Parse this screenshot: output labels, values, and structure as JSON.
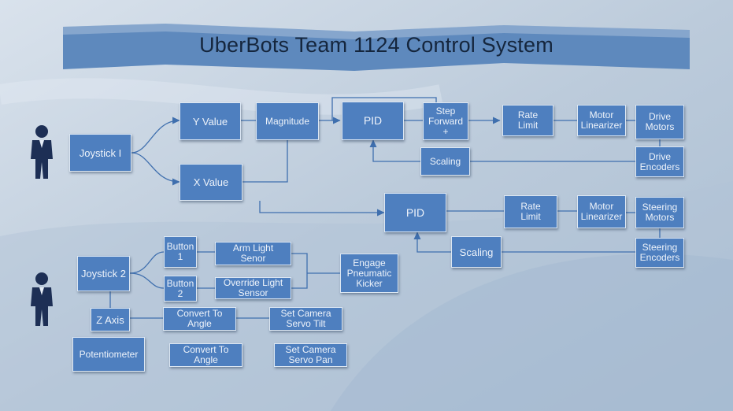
{
  "title": "UberBots Team 1124 Control System",
  "colors": {
    "box_fill": "#4e7fbf",
    "box_border": "#dce7f3",
    "wire": "#3f6fae",
    "person": "#1d2f55"
  },
  "people": [
    {
      "id": "person-1",
      "icon": "person-icon"
    },
    {
      "id": "person-2",
      "icon": "person-icon"
    }
  ],
  "blocks": {
    "joystick1": "Joystick I",
    "y_value": "Y Value",
    "x_value": "X Value",
    "magnitude": "Magnitude",
    "pid_top": "PID",
    "step_forward": "Step\nForward\n+",
    "scaling_top": "Scaling",
    "rate_limit_top": "Rate\nLimit",
    "motor_linearizer_top": "Motor\nLinearizer",
    "drive_motors": "Drive\nMotors",
    "drive_encoders": "Drive\nEncoders",
    "pid_mid": "PID",
    "rate_limit_mid": "Rate\nLimit",
    "motor_linearizer_mid": "Motor\nLinearizer",
    "steering_motors": "Steering\nMotors",
    "scaling_mid": "Scaling",
    "steering_encoders": "Steering\nEncoders",
    "joystick2": "Joystick 2",
    "button1": "Button\n1",
    "button2": "Button\n2",
    "arm_light_sensor": "Arm Light\nSenor",
    "override_light_sensor": "Override Light\nSensor",
    "engage_pneumatic_kicker": "Engage\nPneumatic\nKicker",
    "z_axis": "Z Axis",
    "convert_to_angle_1": "Convert To\nAngle",
    "set_camera_servo_tilt": "Set Camera\nServo Tilt",
    "potentiometer": "Potentiometer",
    "convert_to_angle_2": "Convert To\nAngle",
    "set_camera_servo_pan": "Set Camera\nServo Pan"
  }
}
